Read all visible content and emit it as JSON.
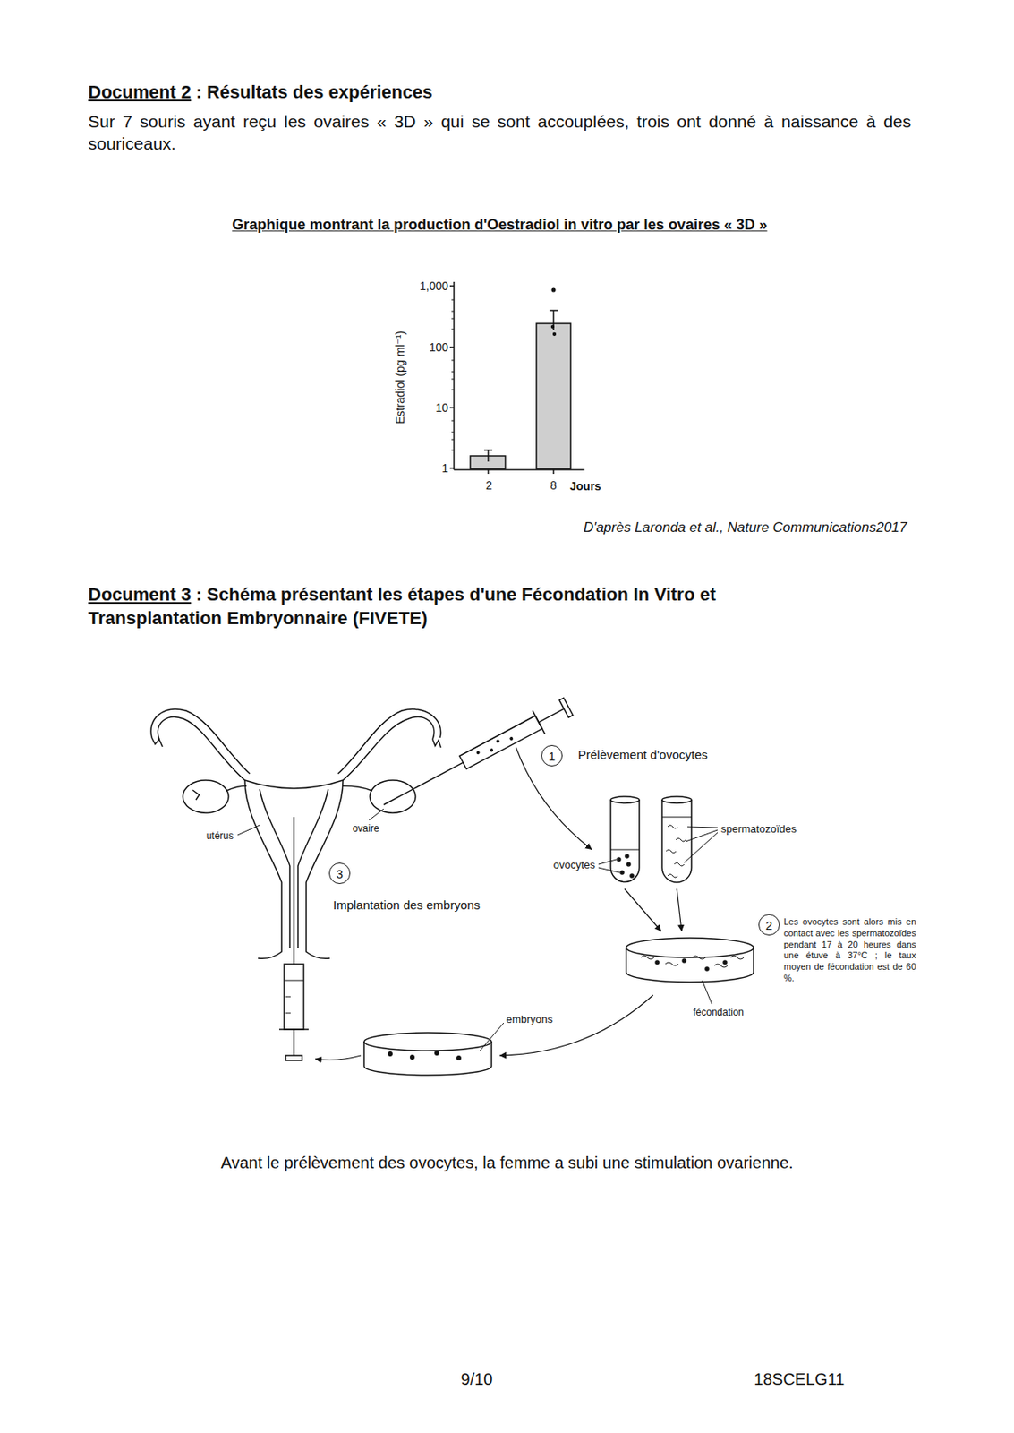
{
  "diagram": {
    "nodes": [
      {
        "text": [
          "1"
        ]
      },
      {
        "text": [
          "3"
        ]
      },
      {
        "text": [
          "2"
        ]
      }
    ],
    "labels": [
      "Document 2",
      ": Résultats des expériences",
      "Sur 7 souris ayant reçu les ovaires « 3D » qui se sont accouplées, trois ont donné à naissance à des souriceaux.",
      "Graphique montrant la production d'Oestradiol in vitro par les ovaires « 3D »",
      "1,000",
      "100",
      "10",
      "1",
      "Estradiol (pg ml⁻¹)",
      "2",
      "8",
      "Jours",
      "D'après Laronda et al., Nature Communications2017",
      "Document 3",
      ": Schéma présentant les étapes d'une Fécondation In Vitro et Transplantation Embryonnaire (FIVETE)",
      "Prélèvement d'ovocytes",
      "spermatozoïdes",
      "ovocytes",
      "utérus",
      "ovaire",
      "Implantation des embryons",
      "Les ovocytes sont alors mis en contact avec les spermatozoïdes pendant 17 à 20 heures dans une étuve à 37°C ; le taux moyen de fécondation est de 60 %.",
      "fécondation",
      "embryons",
      "Avant le prélèvement des ovocytes, la femme a subi une stimulation ovarienne.",
      "9/10",
      "18SCELG11"
    ]
  }
}
